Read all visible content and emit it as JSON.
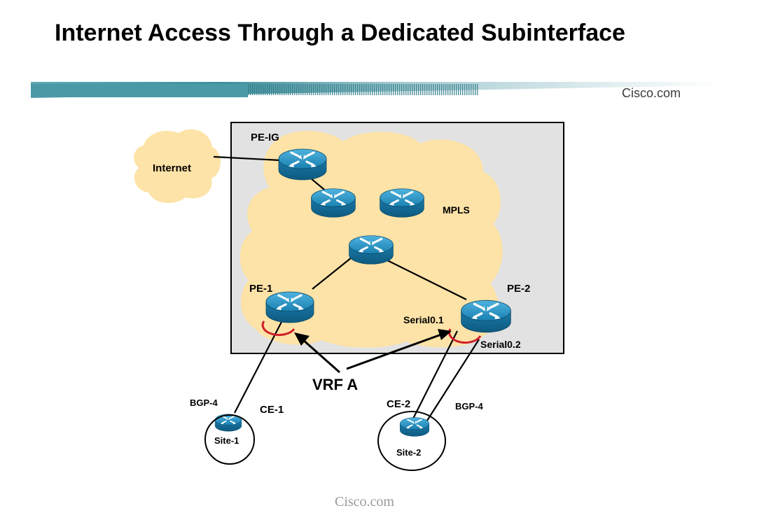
{
  "slide": {
    "title": "Internet Access Through a Dedicated Subinterface",
    "brand_top": "Cisco.com",
    "brand_bottom": "Cisco.com"
  },
  "diagram": {
    "clouds": {
      "internet": "Internet",
      "mpls": "MPLS"
    },
    "routers": {
      "pe_ig": "PE-IG",
      "pe_1": "PE-1",
      "pe_2": "PE-2",
      "ce_1": "CE-1",
      "ce_2": "CE-2"
    },
    "sites": {
      "site_1": "Site-1",
      "site_2": "Site-2"
    },
    "interfaces": {
      "serial_0_1": "Serial0.1",
      "serial_0_2": "Serial0.2"
    },
    "protocols": {
      "bgp_left": "BGP-4",
      "bgp_right": "BGP-4"
    },
    "vrf_label": "VRF A"
  },
  "colors": {
    "cloud_fill": "#fde3a7",
    "provider_box_fill": "#e2e2e2",
    "router_blue": "#1c86b5",
    "banner_teal": "#4a9aa6",
    "interface_ring": "#d0202c"
  }
}
